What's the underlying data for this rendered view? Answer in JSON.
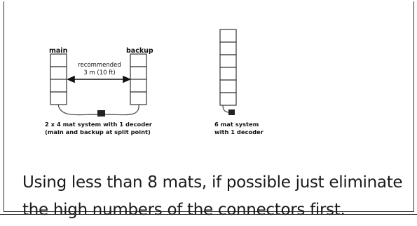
{
  "diagram": {
    "left_system": {
      "main_label": "main",
      "backup_label": "backup",
      "recommended_label": "recommended",
      "distance_label": "3 m (10 ft)",
      "caption_line1": "2 x 4 mat system with 1 decoder",
      "caption_line2": "(main and backup at split point)"
    },
    "right_system": {
      "caption_line1": "6 mat system",
      "caption_line2": "with 1 decoder"
    }
  },
  "body": {
    "line1": "Using less than 8 mats, if possible just eliminate",
    "line2": "the high numbers of the connectors first."
  }
}
